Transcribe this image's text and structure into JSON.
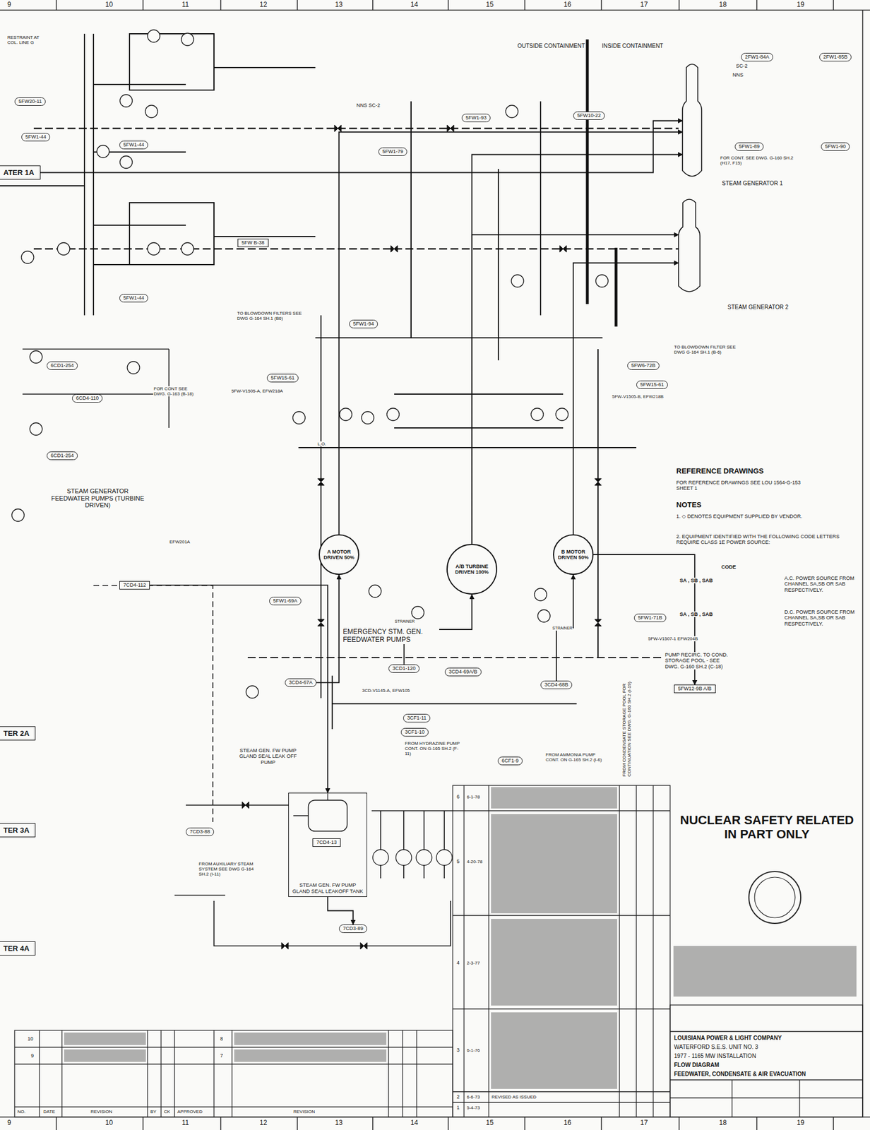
{
  "diagram": {
    "nodes": [
      {
        "text": [
          "STEAM GENERATOR 1"
        ]
      },
      {
        "text": [
          "STEAM GENERATOR 2"
        ]
      },
      {
        "text": [
          "ATER 1A"
        ]
      },
      {
        "text": [
          "5FW20-11"
        ]
      },
      {
        "text": [
          "5FW1-44"
        ]
      },
      {
        "text": [
          "5FW1-44"
        ]
      },
      {
        "text": [
          "5FW1-44"
        ]
      },
      {
        "text": [
          "5FW B-38"
        ]
      },
      {
        "text": [
          "2FW1-84A"
        ]
      },
      {
        "text": [
          "2FW1-85B"
        ]
      },
      {
        "text": [
          "5FW1-89"
        ]
      },
      {
        "text": [
          "5FW1-90"
        ]
      },
      {
        "text": [
          "A MOTOR DRIVEN 50%"
        ]
      },
      {
        "text": [
          "A/B TURBINE DRIVEN 100%"
        ]
      },
      {
        "text": [
          "B MOTOR DRIVEN 50%"
        ]
      },
      {
        "text": [
          "STEAM GEN. FW PUMP GLAND SEAL LEAKOFF TANK"
        ]
      },
      {
        "text": [
          "7CD4-13"
        ],
        "in": 15
      },
      {
        "text": [
          "3CD4-67A"
        ]
      },
      {
        "text": [
          "3CD4-68B"
        ]
      },
      {
        "text": [
          "3CD1-120"
        ]
      },
      {
        "text": [
          "3CF1-10"
        ]
      },
      {
        "text": [
          "3CF1-11"
        ]
      },
      {
        "text": [
          "7CD4-112"
        ]
      },
      {
        "text": [
          "7CD3-88"
        ]
      },
      {
        "text": [
          "5FW1-71B"
        ]
      },
      {
        "text": [
          "5FW1-69A"
        ]
      },
      {
        "text": [
          "5FW12-9B A/B"
        ]
      },
      {
        "text": [
          "6CD4-110"
        ]
      },
      {
        "text": [
          "6CD1-254"
        ]
      },
      {
        "text": [
          "6CD1-254"
        ]
      },
      {
        "text": [
          "6CF1-9"
        ]
      },
      {
        "text": [
          "TER 2A"
        ]
      },
      {
        "text": [
          "TER 3A"
        ]
      },
      {
        "text": [
          "TER 4A"
        ]
      },
      {
        "text": [
          "5FW1-79"
        ]
      },
      {
        "text": [
          "5FW1-93"
        ]
      },
      {
        "text": [
          "5FW10-22"
        ]
      },
      {
        "text": [
          "5FW1-94"
        ]
      },
      {
        "text": [
          "5FW6-72B"
        ]
      },
      {
        "text": [
          "5FW15-61"
        ]
      },
      {
        "text": [
          "5FW15-61"
        ]
      },
      {
        "text": [
          "7CD3-89"
        ]
      },
      {
        "text": [
          "3CD4-69A/B"
        ]
      }
    ],
    "edges": [
      {
        "from": 2,
        "to": 0,
        "arrow": "to"
      },
      {
        "from": 12,
        "to": 0,
        "arrow": "to"
      },
      {
        "from": 13,
        "to": 0,
        "arrow": "to"
      },
      {
        "from": 13,
        "to": 1,
        "arrow": "to"
      },
      {
        "from": 14,
        "to": 1,
        "arrow": "to"
      },
      {
        "from": 17,
        "to": 12,
        "arrow": "to"
      },
      {
        "from": 18,
        "to": 14,
        "arrow": "to"
      },
      {
        "from": 19,
        "to": 13,
        "arrow": "to"
      },
      {
        "from": 14,
        "to": 26,
        "arrow": "to"
      },
      {
        "from": 22,
        "to": 15,
        "arrow": "to"
      },
      {
        "from": 15,
        "to": 41,
        "arrow": "to"
      }
    ],
    "labels": [
      "9",
      "10",
      "11",
      "12",
      "13",
      "14",
      "15",
      "16",
      "17",
      "18",
      "19",
      "9",
      "10",
      "11",
      "12",
      "13",
      "14",
      "15",
      "16",
      "17",
      "18",
      "19",
      "OUTSIDE CONTAINMENT",
      "INSIDE CONTAINMENT",
      "NNS",
      "SC-2",
      "NNS SC-2",
      "FOR CONT. SEE DWG. G-160 SH.2 (H17, F15)",
      "TO BLOWDOWN FILTER SEE DWG G-164 SH.1 (B-6)",
      "TO BLOWDOWN FILTERS SEE DWG G-164 SH.1 (B6)",
      "STEAM GENERATOR FEEDWATER PUMPS (TURBINE DRIVEN)",
      "EMERGENCY STM. GEN. FEEDWATER PUMPS",
      "REFERENCE DRAWINGS",
      "FOR REFERENCE DRAWINGS SEE LOU 1564-G-153 SHEET 1",
      "NOTES",
      "1. ◇ DENOTES EQUIPMENT SUPPLIED BY VENDOR.",
      "2. EQUIPMENT IDENTIFIED WITH THE FOLLOWING CODE LETTERS REQUIRE CLASS 1E POWER SOURCE:",
      "CODE",
      "SA , SB , SAB",
      "A.C. POWER SOURCE FROM CHANNEL SA,SB OR SAB RESPECTIVELY.",
      "SA , SB , SAB",
      "D.C. POWER SOURCE FROM CHANNEL SA,SB OR SAB RESPECTIVELY.",
      "NUCLEAR SAFETY RELATED IN PART ONLY",
      "PUMP RECIRC. TO COND. STORAGE POOL - SEE DWG. G-160 SH.2 (C-18)",
      "FROM CONDENSATE STORAGE POOL FOR CONTINUATION SEE DWG. G-160 SH.2 (I-19)",
      "FROM HYDRAZINE PUMP CONT. ON G-165 SH.2 (F-11)",
      "FROM AMMONIA PUMP CONT. ON G-165 SH.2 (I-6)",
      "STEAM GEN. FW PUMP GLAND SEAL LEAK OFF PUMP",
      "FROM AUXILIARY STEAM SYSTEM SEE DWG G-164 SH.2 (I-11)",
      "FOR CONT SEE DWG. G-163 (B-18)",
      "RESTRAINT AT COL. LINE G",
      "LOUISIANA POWER & LIGHT COMPANY",
      "WATERFORD S.E.S. UNIT NO. 3",
      "1977 - 1165 MW INSTALLATION",
      "FLOW DIAGRAM",
      "FEEDWATER, CONDENSATE & AIR EVACUATION",
      "6",
      "6-1-78",
      "5",
      "4-20-78",
      "4",
      "2-3-77",
      "3",
      "6-1-76",
      "2",
      "6-6-73",
      "REVISED AS ISSUED",
      "1",
      "5-4-73",
      "10",
      "9",
      "8",
      "7",
      "NO.",
      "DATE",
      "REVISION",
      "BY",
      "CK",
      "APPROVED",
      "REVISION",
      "5FW-V1505-A, EFW218A",
      "5FW-V1505-B, EFW218B",
      "EFW201A",
      "5FW-V1507-1 EFW204B",
      "3CD-V1145-A, EFW105",
      "STRAINER",
      "STRAINER",
      "L.O."
    ]
  }
}
